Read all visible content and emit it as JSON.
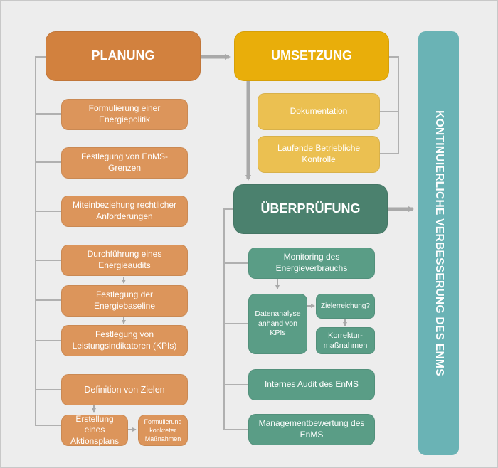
{
  "title": "Kontinuierliche Verbesserung des EnMS",
  "colors": {
    "planung": "#d2813e",
    "planung_items": "#dc955b",
    "umsetzung": "#e9ae0a",
    "umsetzung_items": "#ebc051",
    "ueberpruefung": "#4b816e",
    "ueberpruefung_items": "#5a9d86",
    "kvp": "#6ab3b5",
    "connector": "#a9a9a9",
    "background": "#ededed"
  },
  "planung": {
    "label": "PLANUNG",
    "items": [
      "Formulierung einer Energiepolitik",
      "Festlegung von EnMS-Grenzen",
      "Miteinbeziehung rechtlicher Anforderungen",
      "Durchführung eines Energieaudits",
      "Festlegung der Energiebaseline",
      "Festlegung von Leistungsindikatoren (KPIs)",
      "Definition von Zielen",
      "Erstellung eines Aktionsplans",
      "Formulierung konkreter Maßnahmen"
    ]
  },
  "umsetzung": {
    "label": "UMSETZUNG",
    "items": [
      "Dokumentation",
      "Laufende Betriebliche Kontrolle"
    ]
  },
  "ueberpruefung": {
    "label": "ÜBERPRÜFUNG",
    "items": [
      "Monitoring des Energieverbrauchs",
      "Datenanalyse anhand von KPIs",
      "Zielerreichung?",
      "Korrektur-maßnahmen",
      "Internes Audit des EnMS",
      "Managementbewertung des EnMS"
    ]
  },
  "kvp": {
    "label": "KONTINUIERLICHE VERBESSERUNG DES ENMS"
  }
}
